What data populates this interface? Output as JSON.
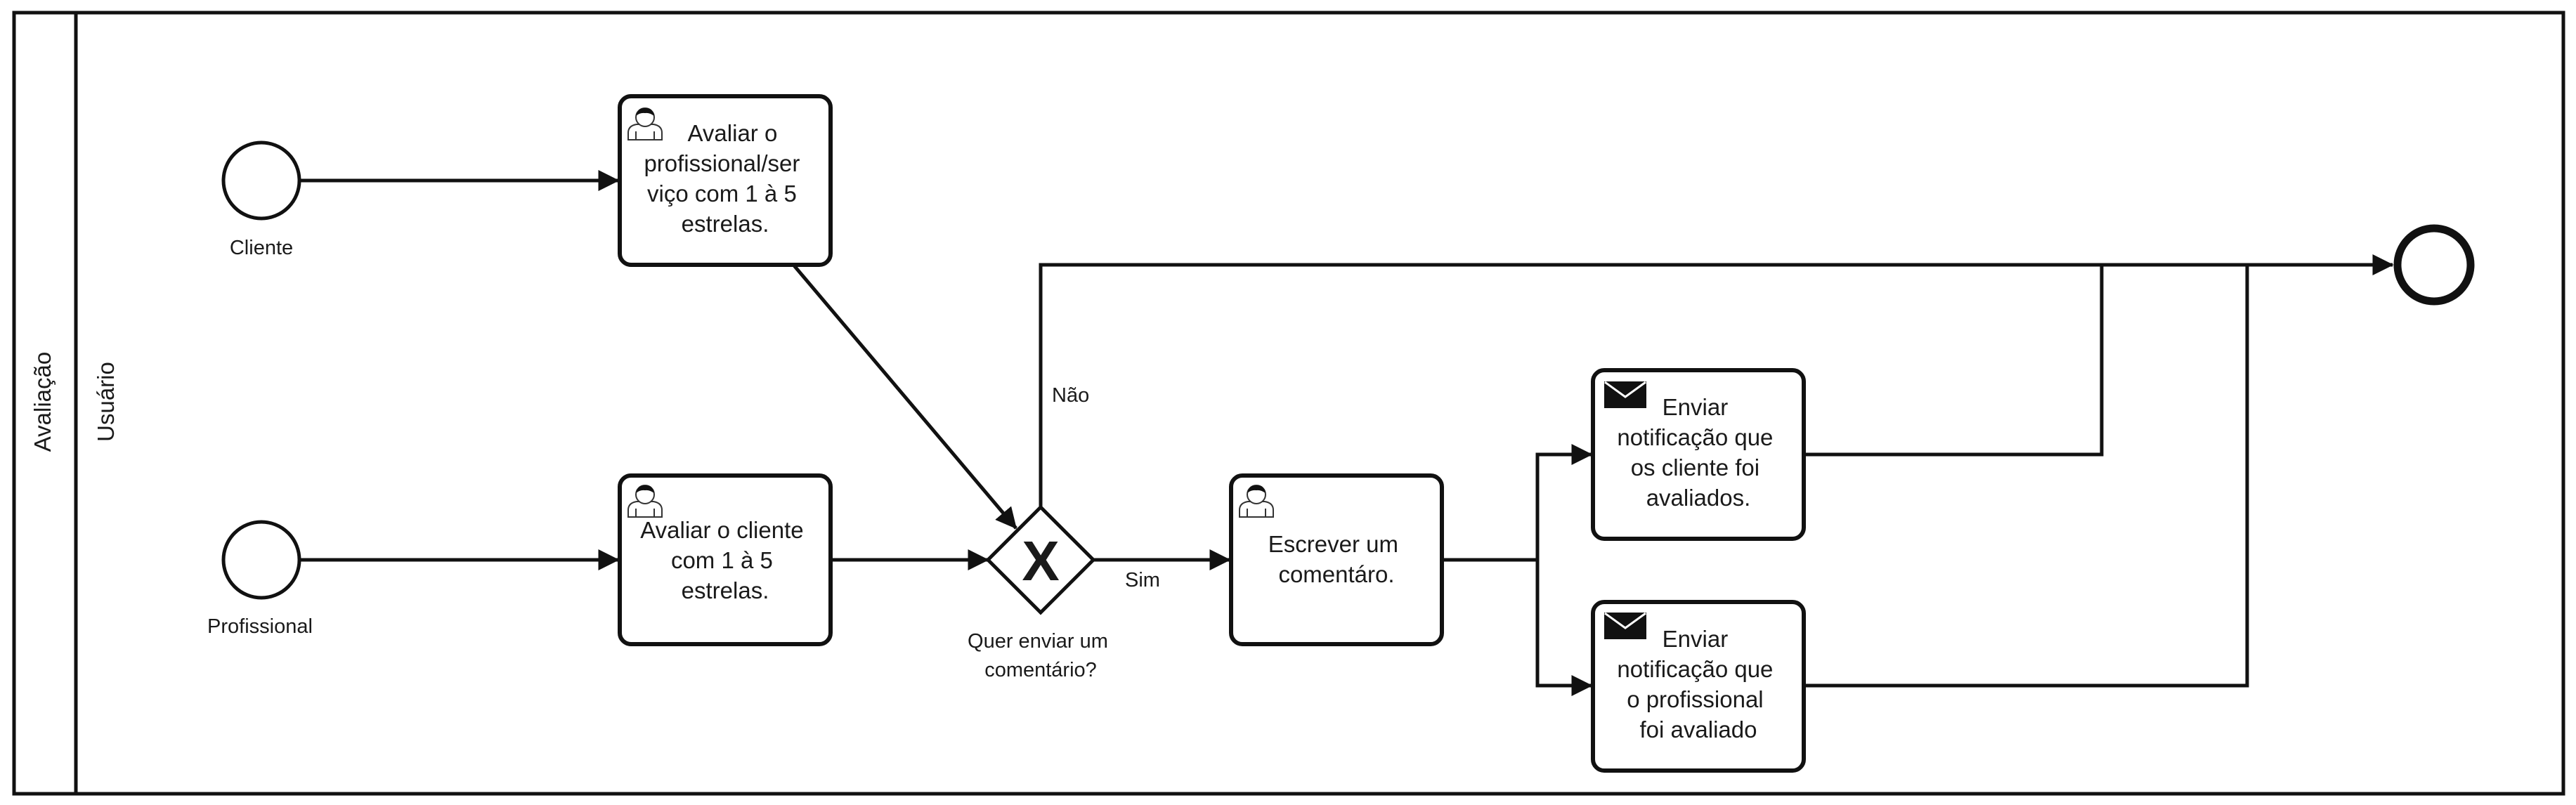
{
  "pool": {
    "name": "Avaliação"
  },
  "lane": {
    "name": "Usuário"
  },
  "start_events": [
    {
      "id": "start-cliente",
      "label": "Cliente"
    },
    {
      "id": "start-profissional",
      "label": "Profissional"
    }
  ],
  "tasks": [
    {
      "id": "task-avaliar-profissional",
      "icon": "user-icon",
      "lines": [
        "Avaliar o",
        "profissional/ser",
        "viço com 1 à 5",
        "estrelas."
      ]
    },
    {
      "id": "task-avaliar-cliente",
      "icon": "user-icon",
      "lines": [
        "Avaliar o cliente",
        "com 1 à 5",
        "estrelas."
      ]
    },
    {
      "id": "task-escrever-comentario",
      "icon": "user-icon",
      "lines": [
        "Escrever um",
        "comentáro."
      ]
    },
    {
      "id": "task-notificar-cliente",
      "icon": "envelope-icon",
      "lines": [
        "Enviar",
        "notificação que",
        "os cliente foi",
        "avaliados."
      ]
    },
    {
      "id": "task-notificar-profissional",
      "icon": "envelope-icon",
      "lines": [
        "Enviar",
        "notificação que",
        "o profissional",
        "foi avaliado"
      ]
    }
  ],
  "gateway": {
    "type": "exclusive",
    "symbol": "X",
    "label_lines": [
      "Quer enviar um",
      "comentário?"
    ]
  },
  "flow_labels": {
    "no": "Não",
    "yes": "Sim"
  },
  "end_event": {
    "id": "end-event",
    "label": ""
  }
}
